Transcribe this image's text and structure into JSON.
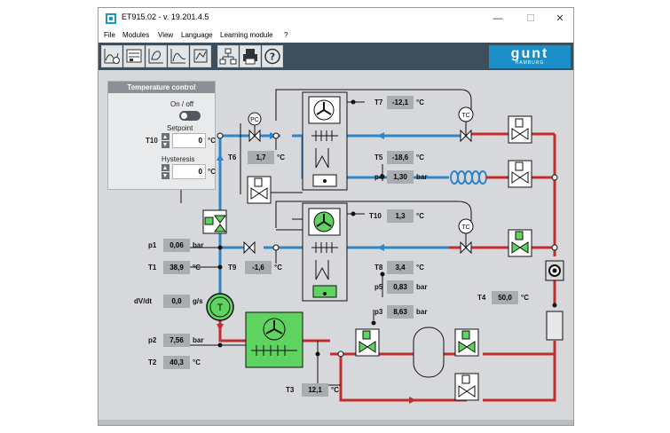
{
  "window": {
    "title": "ET915.02 - v. 19.201.4.5"
  },
  "window_controls": {
    "minimize": "—",
    "maximize": "☐",
    "close": "✕"
  },
  "menu": [
    "File",
    "Modules",
    "View",
    "Language",
    "Learning module",
    "?"
  ],
  "toolbar": {
    "buttons": [
      "chart-time-icon",
      "controller-icon",
      "chart-cycle-icon",
      "chart-curve-icon",
      "chart-frame-icon",
      "network-icon",
      "printer-icon",
      "help-icon"
    ]
  },
  "logo": {
    "text": "gunt",
    "sub": "HAMBURG"
  },
  "temperature_control": {
    "title": "Temperature control",
    "on_off_label": "On / off",
    "setpoint_label": "Setpoint",
    "sensor_label": "T10",
    "setpoint_value": "0",
    "setpoint_unit": "°C",
    "hysteresis_label": "Hysteresis",
    "hysteresis_value": "0",
    "hysteresis_unit": "°C"
  },
  "readings": {
    "T7": {
      "label": "T7",
      "value": "-12,1",
      "unit": "°C"
    },
    "T6": {
      "label": "T6",
      "value": "1,7",
      "unit": "°C"
    },
    "T5": {
      "label": "T5",
      "value": "-18,6",
      "unit": "°C"
    },
    "p4": {
      "label": "p4",
      "value": "1,30",
      "unit": "bar"
    },
    "T10": {
      "label": "T10",
      "value": "1,3",
      "unit": "°C"
    },
    "p1": {
      "label": "p1",
      "value": "0,06",
      "unit": "bar"
    },
    "T1": {
      "label": "T1",
      "value": "38,9",
      "unit": "°C"
    },
    "T9": {
      "label": "T9",
      "value": "-1,6",
      "unit": "°C"
    },
    "T8": {
      "label": "T8",
      "value": "3,4",
      "unit": "°C"
    },
    "p5": {
      "label": "p5",
      "value": "0,83",
      "unit": "bar"
    },
    "T4": {
      "label": "T4",
      "value": "50,0",
      "unit": "°C"
    },
    "dVdt": {
      "label": "dV/dt",
      "value": "0,0",
      "unit": "g/s"
    },
    "p3": {
      "label": "p3",
      "value": "8,63",
      "unit": "bar"
    },
    "p2": {
      "label": "p2",
      "value": "7,56",
      "unit": "bar"
    },
    "T2": {
      "label": "T2",
      "value": "40,3",
      "unit": "°C"
    },
    "T3": {
      "label": "T3",
      "value": "12,1",
      "unit": "°C"
    }
  },
  "diagram": {
    "pc_label": "PC",
    "tc_label": "TC",
    "t_label": "T",
    "colors": {
      "hot": "#c62c2c",
      "cold": "#2f86c8",
      "active": "#5fd35f",
      "line": "#111111"
    }
  }
}
